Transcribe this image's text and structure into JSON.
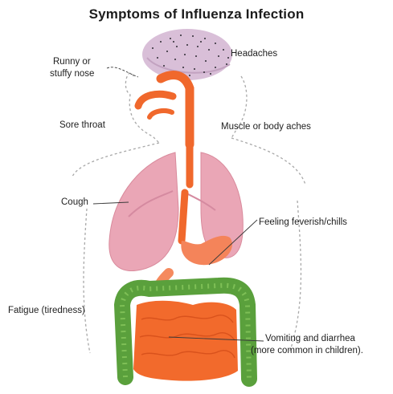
{
  "title": "Symptoms of Influenza Infection",
  "labels": {
    "runny_line1": "Runny  or",
    "runny_line2": "stuffy  nose",
    "headaches": "Headaches",
    "sore_throat": "Sore  throat",
    "muscle": "Muscle  or  body  aches",
    "cough": "Cough",
    "feverish": "Feeling  feverish/chills",
    "fatigue": "Fatigue  (tiredness)",
    "vomiting_line1": "Vomiting  and  diarrhea",
    "vomiting_line2": "(more  common  in  children)."
  },
  "colors": {
    "brain": "#d8bcd6",
    "airway": "#f06a2e",
    "lungs": "#eaa4b4",
    "intestine_large": "#5aa03c",
    "intestine_small": "#f26a2c",
    "outline": "#a0a0a0"
  }
}
